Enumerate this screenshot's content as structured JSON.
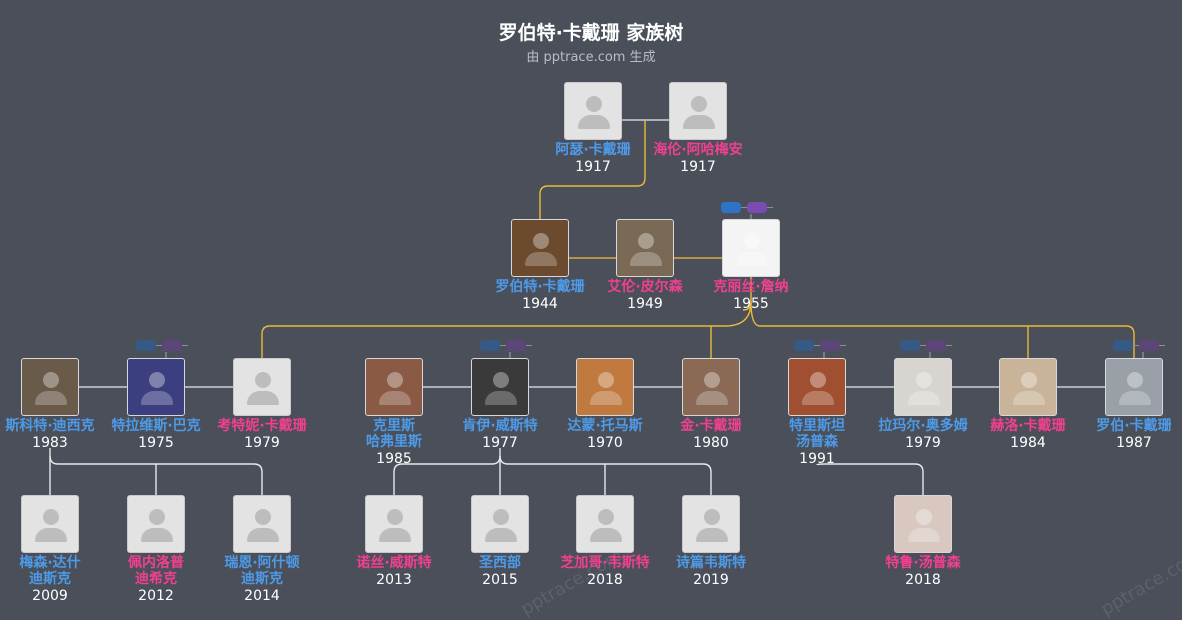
{
  "title": "罗伯特·卡戴珊 家族树",
  "subtitle": "由 pptrace.com 生成",
  "watermark": "pptrace.com",
  "colors": {
    "background": "#4a4f5a",
    "line_gold": "#e9b93a",
    "line_white": "#e8e8e8",
    "male": "#4d9be8",
    "female": "#f0408f"
  },
  "people": [
    {
      "id": "arthur",
      "name": [
        "阿瑟·卡戴珊"
      ],
      "year": "1917",
      "sex": "m",
      "photo": "placeholder"
    },
    {
      "id": "helen",
      "name": [
        "海伦·阿哈梅安"
      ],
      "year": "1917",
      "sex": "f",
      "photo": "placeholder"
    },
    {
      "id": "robert",
      "name": [
        "罗伯特·卡戴珊"
      ],
      "year": "1944",
      "sex": "m",
      "photo": "real",
      "highlight": true
    },
    {
      "id": "ellen",
      "name": [
        "艾伦·皮尔森"
      ],
      "year": "1949",
      "sex": "f",
      "photo": "real"
    },
    {
      "id": "kris",
      "name": [
        "克丽丝·詹纳"
      ],
      "year": "1955",
      "sex": "f",
      "photo": "real"
    },
    {
      "id": "scott",
      "name": [
        "斯科特·迪西克"
      ],
      "year": "1983",
      "sex": "m",
      "photo": "real"
    },
    {
      "id": "travis",
      "name": [
        "特拉维斯·巴克"
      ],
      "year": "1975",
      "sex": "m",
      "photo": "real"
    },
    {
      "id": "kourtney",
      "name": [
        "考特妮·卡戴珊"
      ],
      "year": "1979",
      "sex": "f",
      "photo": "placeholder"
    },
    {
      "id": "kris_h",
      "name": [
        "克里斯",
        "哈弗里斯"
      ],
      "year": "1985",
      "sex": "m",
      "photo": "real"
    },
    {
      "id": "kanye",
      "name": [
        "肯伊·威斯特"
      ],
      "year": "1977",
      "sex": "m",
      "photo": "real"
    },
    {
      "id": "damon",
      "name": [
        "达蒙·托马斯"
      ],
      "year": "1970",
      "sex": "m",
      "photo": "real"
    },
    {
      "id": "kim",
      "name": [
        "金·卡戴珊"
      ],
      "year": "1980",
      "sex": "f",
      "photo": "real"
    },
    {
      "id": "tristan",
      "name": [
        "特里斯坦",
        "汤普森"
      ],
      "year": "1991",
      "sex": "m",
      "photo": "real"
    },
    {
      "id": "lamar",
      "name": [
        "拉玛尔·奥多姆"
      ],
      "year": "1979",
      "sex": "m",
      "photo": "real"
    },
    {
      "id": "khloe",
      "name": [
        "赫洛·卡戴珊"
      ],
      "year": "1984",
      "sex": "f",
      "photo": "real"
    },
    {
      "id": "rob",
      "name": [
        "罗伯·卡戴珊"
      ],
      "year": "1987",
      "sex": "m",
      "photo": "real"
    },
    {
      "id": "mason",
      "name": [
        "梅森·达什",
        "迪斯克"
      ],
      "year": "2009",
      "sex": "m",
      "photo": "placeholder"
    },
    {
      "id": "penelope",
      "name": [
        "佩内洛普",
        "迪希克"
      ],
      "year": "2012",
      "sex": "f",
      "photo": "placeholder"
    },
    {
      "id": "reign",
      "name": [
        "瑞恩·阿什顿",
        "迪斯克"
      ],
      "year": "2014",
      "sex": "m",
      "photo": "placeholder"
    },
    {
      "id": "north",
      "name": [
        "诺丝·威斯特"
      ],
      "year": "2013",
      "sex": "f",
      "photo": "placeholder"
    },
    {
      "id": "saint",
      "name": [
        "圣西部"
      ],
      "year": "2015",
      "sex": "m",
      "photo": "placeholder"
    },
    {
      "id": "chicago",
      "name": [
        "芝加哥·韦斯特"
      ],
      "year": "2018",
      "sex": "f",
      "photo": "placeholder"
    },
    {
      "id": "psalm",
      "name": [
        "诗篇韦斯特"
      ],
      "year": "2019",
      "sex": "m",
      "photo": "placeholder"
    },
    {
      "id": "true",
      "name": [
        "特鲁·汤普森"
      ],
      "year": "2018",
      "sex": "f",
      "photo": "real"
    }
  ]
}
